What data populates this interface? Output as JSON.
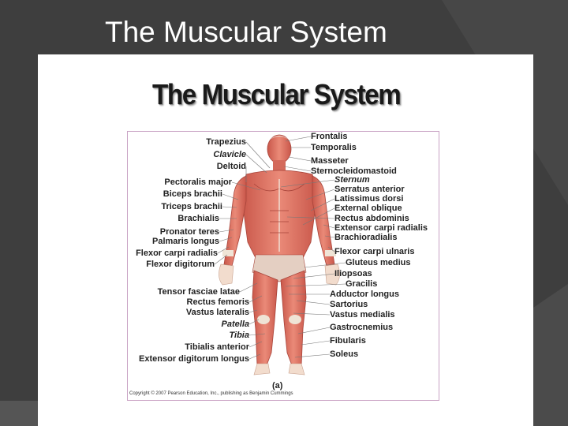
{
  "slide": {
    "title": "The Muscular System"
  },
  "figure": {
    "heading": "The Muscular System",
    "panel_label": "(a)",
    "copyright": "Copyright © 2007 Pearson Education, Inc., publishing as Benjamin Cummings",
    "left_labels": [
      {
        "text": "Trapezius",
        "italic": false
      },
      {
        "text": "Clavicle",
        "italic": true
      },
      {
        "text": "Deltoid",
        "italic": false
      },
      {
        "text": "Pectoralis major",
        "italic": false
      },
      {
        "text": "Biceps brachii",
        "italic": false
      },
      {
        "text": "Triceps brachii",
        "italic": false
      },
      {
        "text": "Brachialis",
        "italic": false
      },
      {
        "text": "Pronator teres",
        "italic": false
      },
      {
        "text": "Palmaris longus",
        "italic": false
      },
      {
        "text": "Flexor carpi radialis",
        "italic": false
      },
      {
        "text": "Flexor digitorum",
        "italic": false
      },
      {
        "text": "Tensor fasciae latae",
        "italic": false
      },
      {
        "text": "Rectus femoris",
        "italic": false
      },
      {
        "text": "Vastus lateralis",
        "italic": false
      },
      {
        "text": "Patella",
        "italic": true
      },
      {
        "text": "Tibia",
        "italic": true
      },
      {
        "text": "Tibialis anterior",
        "italic": false
      },
      {
        "text": "Extensor digitorum longus",
        "italic": false
      }
    ],
    "right_labels": [
      {
        "text": "Frontalis",
        "italic": false
      },
      {
        "text": "Temporalis",
        "italic": false
      },
      {
        "text": "Masseter",
        "italic": false
      },
      {
        "text": "Sternocleidomastoid",
        "italic": false
      },
      {
        "text": "Sternum",
        "italic": true
      },
      {
        "text": "Serratus anterior",
        "italic": false
      },
      {
        "text": "Latissimus dorsi",
        "italic": false
      },
      {
        "text": "External oblique",
        "italic": false
      },
      {
        "text": "Rectus abdominis",
        "italic": false
      },
      {
        "text": "Extensor carpi radialis",
        "italic": false
      },
      {
        "text": "Brachioradialis",
        "italic": false
      },
      {
        "text": "Flexor carpi ulnaris",
        "italic": false
      },
      {
        "text": "Gluteus medius",
        "italic": false
      },
      {
        "text": "Iliopsoas",
        "italic": false
      },
      {
        "text": "Gracilis",
        "italic": false
      },
      {
        "text": "Adductor longus",
        "italic": false
      },
      {
        "text": "Sartorius",
        "italic": false
      },
      {
        "text": "Vastus medialis",
        "italic": false
      },
      {
        "text": "Gastrocnemius",
        "italic": false
      },
      {
        "text": "Fibularis",
        "italic": false
      },
      {
        "text": "Soleus",
        "italic": false
      }
    ]
  },
  "colors": {
    "background": "#3e3e3e",
    "muscle": "#e07a6a",
    "muscle_dark": "#b9483c",
    "tendon": "#efe4d6"
  }
}
